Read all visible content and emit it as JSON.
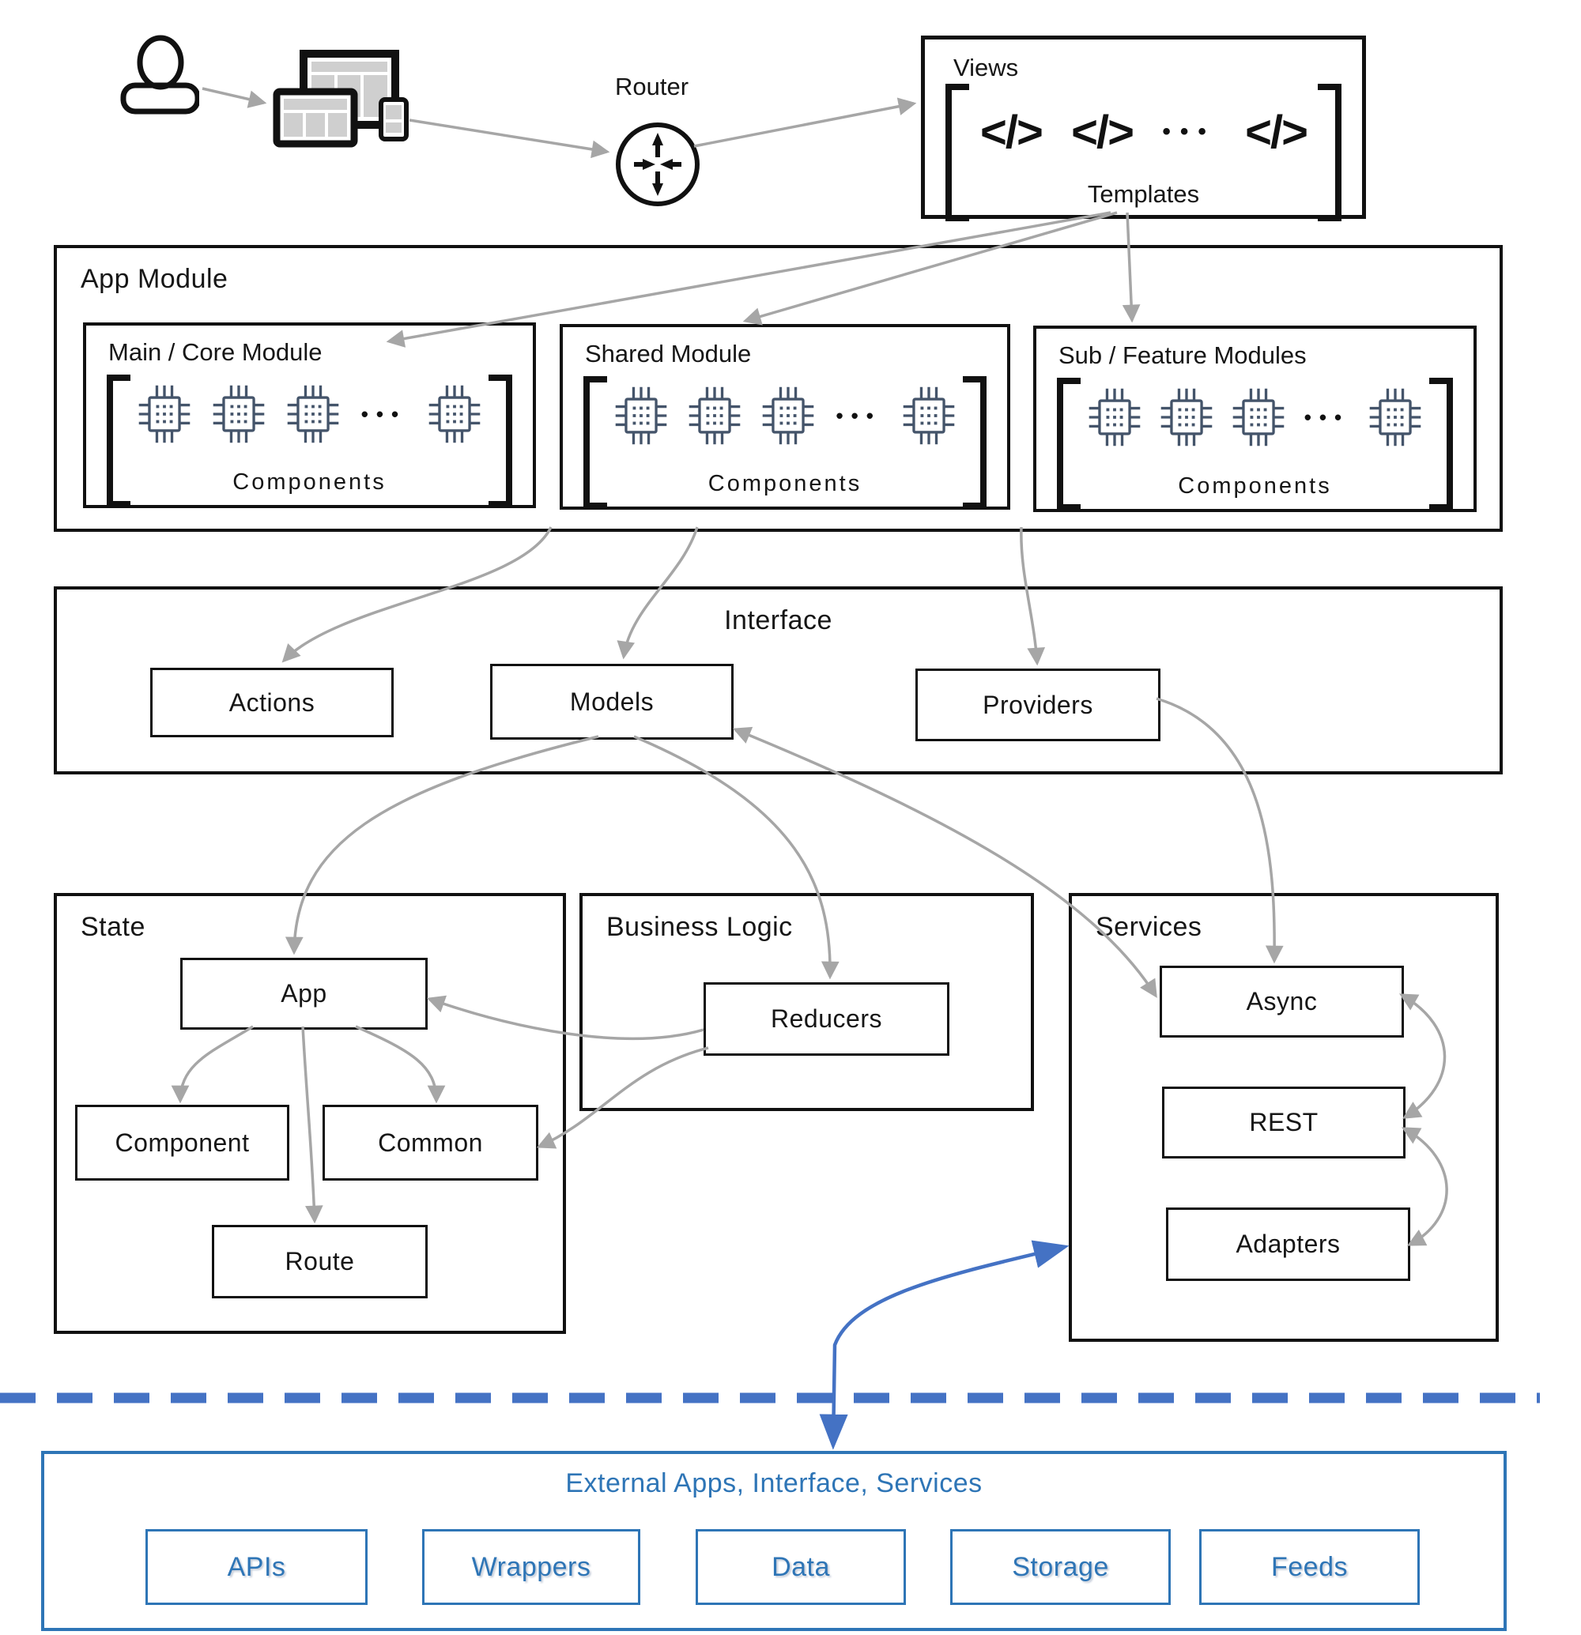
{
  "colors": {
    "arrow_gray": "#a6a6a6",
    "accent_blue": "#4472C4",
    "external_blue": "#2E75B6",
    "chip_navy": "#44546A"
  },
  "top": {
    "router_label": "Router"
  },
  "views": {
    "title": "Views",
    "code_glyph": "</>",
    "ellipsis": "•••",
    "templates_label": "Templates"
  },
  "app_module": {
    "title": "App Module",
    "modules": [
      {
        "title": "Main / Core Module",
        "ellipsis": "•••",
        "components_label": "Components"
      },
      {
        "title": "Shared Module",
        "ellipsis": "•••",
        "components_label": "Components"
      },
      {
        "title": "Sub / Feature Modules",
        "ellipsis": "•••",
        "components_label": "Components"
      }
    ]
  },
  "interface": {
    "title": "Interface",
    "nodes": {
      "actions": "Actions",
      "models": "Models",
      "providers": "Providers"
    }
  },
  "state": {
    "title": "State",
    "nodes": {
      "app": "App",
      "component": "Component",
      "common": "Common",
      "route": "Route"
    }
  },
  "business_logic": {
    "title": "Business Logic",
    "nodes": {
      "reducers": "Reducers"
    }
  },
  "services": {
    "title": "Services",
    "nodes": {
      "async": "Async",
      "rest": "REST",
      "adapters": "Adapters"
    }
  },
  "external": {
    "title": "External Apps, Interface, Services",
    "nodes": {
      "apis": "APIs",
      "wrappers": "Wrappers",
      "data": "Data",
      "storage": "Storage",
      "feeds": "Feeds"
    }
  }
}
